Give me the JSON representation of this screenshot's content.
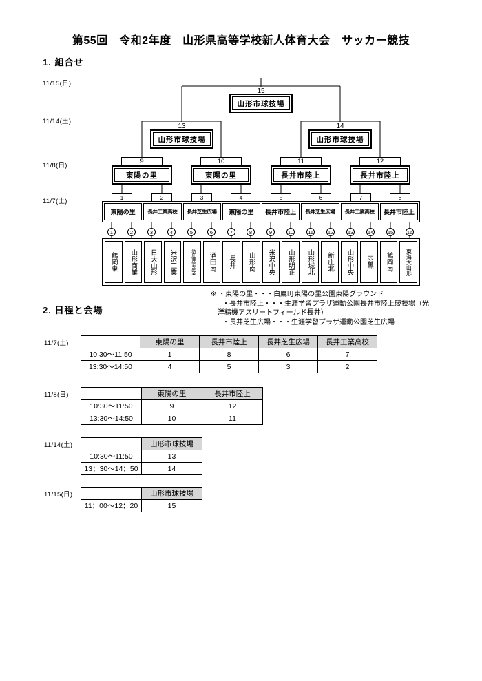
{
  "title": "第55回　令和2年度　山形県高等学校新人体育大会　サッカー競技",
  "headings": {
    "section1": "1. 組合せ",
    "section2": "2. 日程と会場"
  },
  "colors": {
    "table_header_bg": "#d6d6d6",
    "line": "#000000",
    "page_bg": "#ffffff"
  },
  "bracket": {
    "dates": [
      "11/15(日)",
      "11/14(土)",
      "11/8(日)",
      "11/7(土)"
    ],
    "final": {
      "number": "15",
      "venue": "山形市球技場"
    },
    "semifinals": [
      {
        "number": "13",
        "venue": "山形市球技場"
      },
      {
        "number": "14",
        "venue": "山形市球技場"
      }
    ],
    "quarterfinals": [
      {
        "number": "9",
        "venue": "東陽の里"
      },
      {
        "number": "10",
        "venue": "東陽の里"
      },
      {
        "number": "11",
        "venue": "長井市陸上"
      },
      {
        "number": "12",
        "venue": "長井市陸上"
      }
    ],
    "round1": [
      {
        "number": "1",
        "venue": "東陽の里"
      },
      {
        "number": "2",
        "venue": "長井工業高校"
      },
      {
        "number": "3",
        "venue": "長井芝生広場"
      },
      {
        "number": "4",
        "venue": "東陽の里"
      },
      {
        "number": "5",
        "venue": "長井市陸上"
      },
      {
        "number": "6",
        "venue": "長井芝生広場"
      },
      {
        "number": "7",
        "venue": "長井工業高校"
      },
      {
        "number": "8",
        "venue": "長井市陸上"
      }
    ],
    "teams": [
      {
        "seed": "1",
        "name": "鶴岡東"
      },
      {
        "seed": "2",
        "name": "山形商業"
      },
      {
        "seed": "3",
        "name": "日大山形"
      },
      {
        "seed": "4",
        "name": "米沢工業"
      },
      {
        "seed": "5",
        "name": "新庄神室産業"
      },
      {
        "seed": "6",
        "name": "酒田南"
      },
      {
        "seed": "7",
        "name": "長井"
      },
      {
        "seed": "8",
        "name": "山形南"
      },
      {
        "seed": "9",
        "name": "米沢中央"
      },
      {
        "seed": "10",
        "name": "山形明正"
      },
      {
        "seed": "11",
        "name": "山形城北"
      },
      {
        "seed": "12",
        "name": "新庄北"
      },
      {
        "seed": "13",
        "name": "山形中央"
      },
      {
        "seed": "14",
        "name": "羽黒"
      },
      {
        "seed": "15",
        "name": "鶴岡南"
      },
      {
        "seed": "16",
        "name": "東海大山形"
      }
    ]
  },
  "notes": [
    "※ ・東陽の里・・・白鷹町東陽の里公園東陽グラウンド",
    "・長井市陸上・・・生涯学習プラザ運動公園長井市陸上競技場（光",
    "洋精機アスリートフィールド長井）",
    "・長井芝生広場・・・生涯学習プラザ運動公園芝生広場"
  ],
  "tables": [
    {
      "date": "11/7(土)",
      "headers": [
        "",
        "東陽の里",
        "長井市陸上",
        "長井芝生広場",
        "長井工業高校"
      ],
      "rows": [
        [
          "10:30～11:50",
          "1",
          "8",
          "6",
          "7"
        ],
        [
          "13:30～14:50",
          "4",
          "5",
          "3",
          "2"
        ]
      ]
    },
    {
      "date": "11/8(日)",
      "headers": [
        "",
        "東陽の里",
        "長井市陸上"
      ],
      "rows": [
        [
          "10:30～11:50",
          "9",
          "12"
        ],
        [
          "13:30～14:50",
          "10",
          "11"
        ]
      ]
    },
    {
      "date": "11/14(土)",
      "headers": [
        "",
        "山形市球技場"
      ],
      "rows": [
        [
          "10:30～11:50",
          "13"
        ],
        [
          "13：30～14：50",
          "14"
        ]
      ]
    },
    {
      "date": "11/15(日)",
      "headers": [
        "",
        "山形市球技場"
      ],
      "rows": [
        [
          "11：00～12：20",
          "15"
        ]
      ]
    }
  ]
}
